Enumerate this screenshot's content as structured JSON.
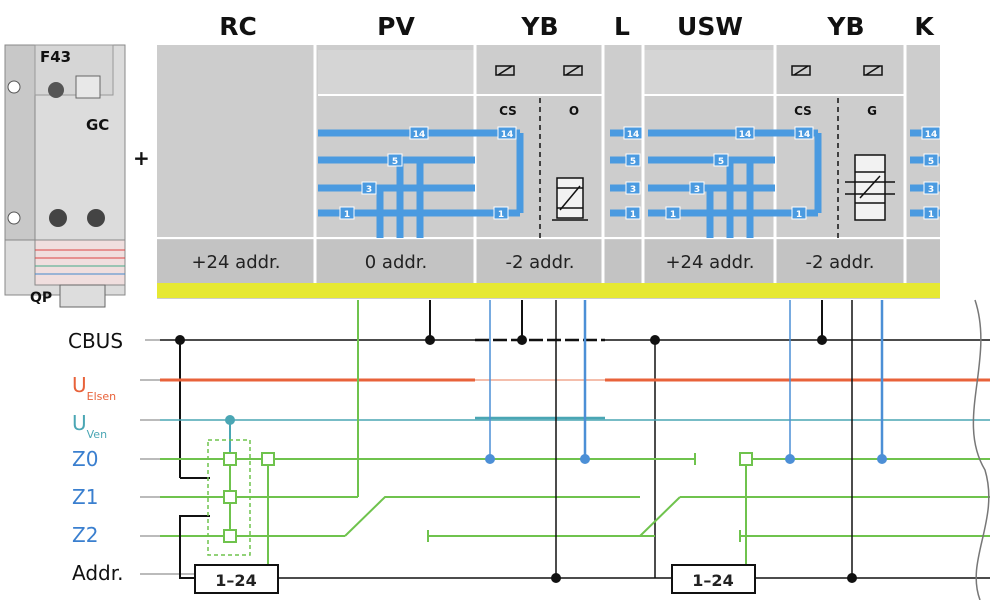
{
  "plus_sign": "+",
  "controller": {
    "top_label": "F43",
    "side_label": "GC",
    "bottom_label": "QP"
  },
  "modules": [
    {
      "name": "RC",
      "addr": "+24 addr."
    },
    {
      "name": "PV",
      "addr": "0 addr."
    },
    {
      "name": "YB",
      "addr": "-2 addr.",
      "coils": [
        "CS",
        "O"
      ]
    },
    {
      "name": "L",
      "addr": ""
    },
    {
      "name": "USW",
      "addr": "+24 addr."
    },
    {
      "name": "YB",
      "addr": "-2 addr.",
      "coils": [
        "CS",
        "G"
      ]
    },
    {
      "name": "K",
      "addr": ""
    }
  ],
  "channel_numbers": [
    "14",
    "5",
    "3",
    "1"
  ],
  "signals": {
    "cbus": "CBUS",
    "uelsen_main": "U",
    "uelsen_sub": "Elsen",
    "uven_main": "U",
    "uven_sub": "Ven",
    "z0": "Z0",
    "z1": "Z1",
    "z2": "Z2",
    "addr": "Addr."
  },
  "address_boxes": [
    "1–24",
    "1–24"
  ],
  "colors": {
    "module_grey": "#cdcdcd",
    "yellow_strip": "#e6e832",
    "channel_blue": "#4a9ae0",
    "cbus_black": "#111111",
    "uelsen_orange": "#e8623a",
    "uven_teal": "#4aa6b4",
    "z_green": "#6fc34d",
    "sig_blue": "#4c8fd6"
  }
}
